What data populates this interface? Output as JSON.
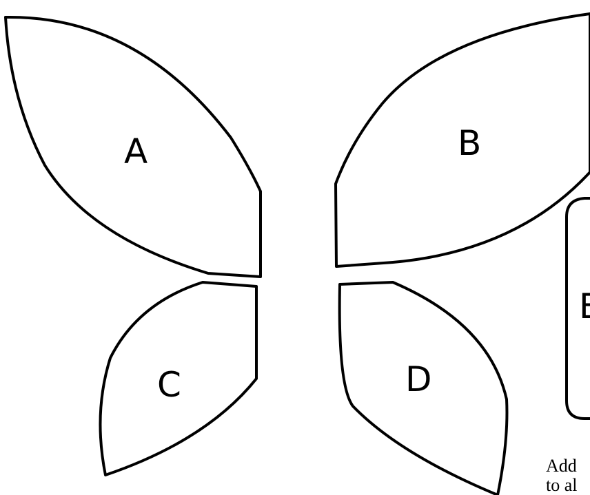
{
  "pieces": [
    {
      "id": "A",
      "label": "A"
    },
    {
      "id": "B",
      "label": "B"
    },
    {
      "id": "C",
      "label": "C"
    },
    {
      "id": "D",
      "label": "D"
    },
    {
      "id": "E",
      "label": "E"
    }
  ],
  "note": {
    "line1": "Add",
    "line2": "to al"
  },
  "colors": {
    "stroke": "#000000",
    "fill": "#ffffff"
  }
}
